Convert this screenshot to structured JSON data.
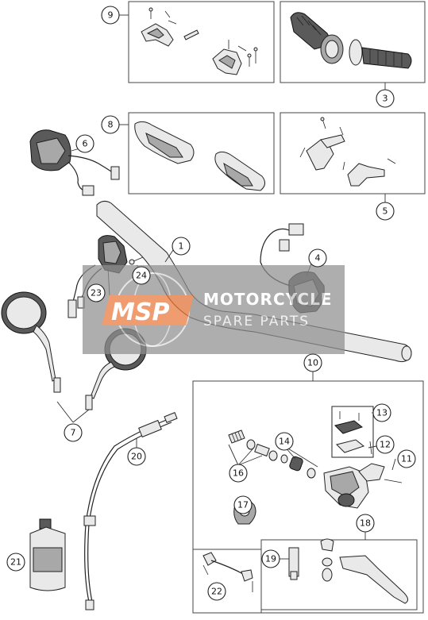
{
  "diagram": {
    "callouts": [
      "1",
      "3",
      "4",
      "5",
      "6",
      "7",
      "8",
      "9",
      "10",
      "11",
      "12",
      "13",
      "14",
      "16",
      "17",
      "18",
      "19",
      "20",
      "21",
      "22",
      "23",
      "24"
    ],
    "watermark": {
      "logo": "MSP",
      "line1": "MOTORCYCLE",
      "line2": "SPARE PARTS",
      "color": "#e8773a"
    }
  }
}
